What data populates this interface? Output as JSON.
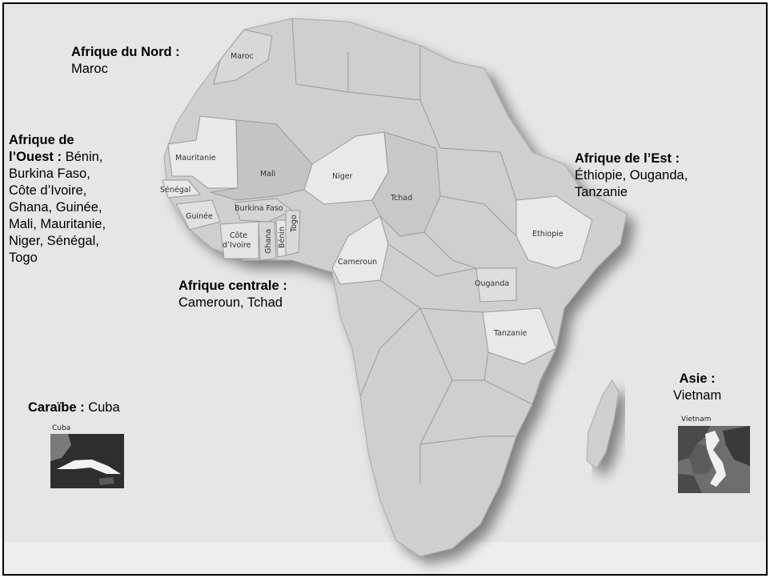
{
  "regions": {
    "nord": {
      "head": "Afrique du Nord :",
      "countries": "Maroc"
    },
    "ouest": {
      "head_line1": "Afrique de",
      "head_line2": "l’Ouest :",
      "countries_line1": " Bénin,",
      "countries_rest": [
        "Burkina Faso,",
        "Côte d’Ivoire,",
        "Ghana, Guinée,",
        "Mali, Mauritanie,",
        "Niger, Sénégal,",
        "Togo"
      ]
    },
    "est": {
      "head": "Afrique de l’Est :",
      "countries": [
        "Éthiopie, Ouganda,",
        "Tanzanie"
      ]
    },
    "centrale": {
      "head": "Afrique centrale :",
      "countries": "Cameroun, Tchad"
    },
    "caraibe": {
      "head": "Caraïbe :",
      "countries": " Cuba"
    },
    "asie": {
      "head": "Asie :",
      "countries": "Vietnam"
    }
  },
  "map_labels": {
    "maroc": "Maroc",
    "mauritanie": "Mauritanie",
    "mali": "Mali",
    "niger": "Niger",
    "senegal": "Sénégal",
    "burkina": "Burkina Faso",
    "guinee": "Guinée",
    "cote1": "Côte",
    "cote2": "d’Ivoire",
    "ghana": "Ghana",
    "benin": "Bénin",
    "togo": "Togo",
    "tchad": "Tchad",
    "cameroun": "Cameroun",
    "ethiopie": "Ethiopie",
    "ouganda": "Ouganda",
    "tanzanie": "Tanzanie"
  },
  "insets": {
    "cuba": "Cuba",
    "vietnam": "Vietnam"
  },
  "colors": {
    "background": "#e6e6e6",
    "land": "#cfcfcf",
    "highlight": "#e9e9e9",
    "border": "#9a9a9a",
    "frame": "#000000"
  }
}
